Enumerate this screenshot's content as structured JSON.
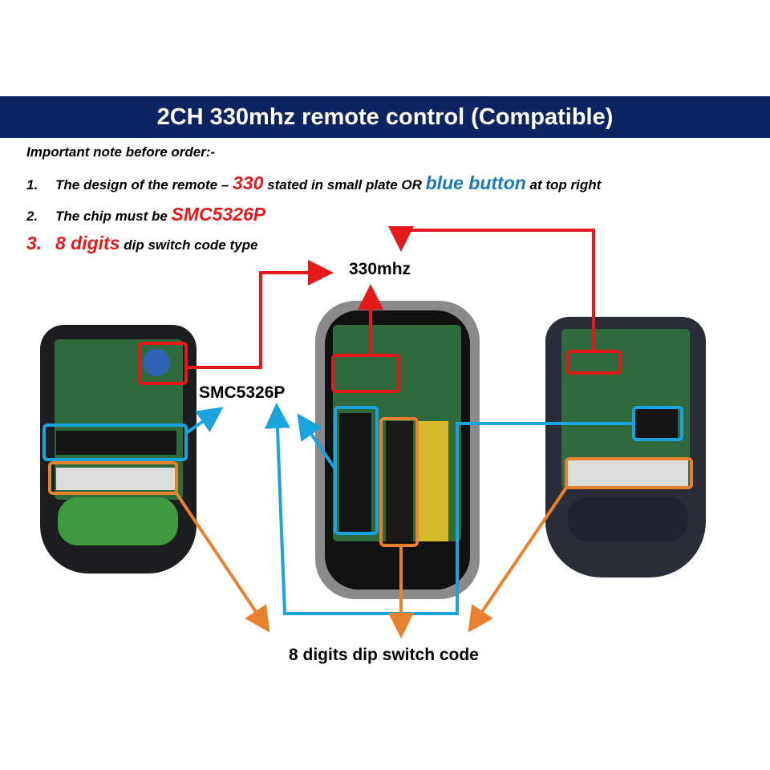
{
  "title": "2CH 330mhz remote control (Compatible)",
  "notes": {
    "heading": "Important note before order:-",
    "item1": {
      "num": "1.",
      "pre": "The design of the remote –",
      "hl1": "330",
      "mid": "stated in small plate OR",
      "hl2": "blue button",
      "post": "at top right"
    },
    "item2": {
      "num": "2.",
      "pre": "The chip must be",
      "hl": "SMC5326P"
    },
    "item3": {
      "num": "3.",
      "hl": "8 digits",
      "post": "dip switch code type"
    }
  },
  "labels": {
    "freq": "330mhz",
    "chip": "SMC5326P",
    "dip": "8 digits dip switch code"
  },
  "colors": {
    "banner": "#0c2562",
    "red": "#e5181c",
    "blue": "#1aa3dc",
    "orange": "#e8812c"
  }
}
